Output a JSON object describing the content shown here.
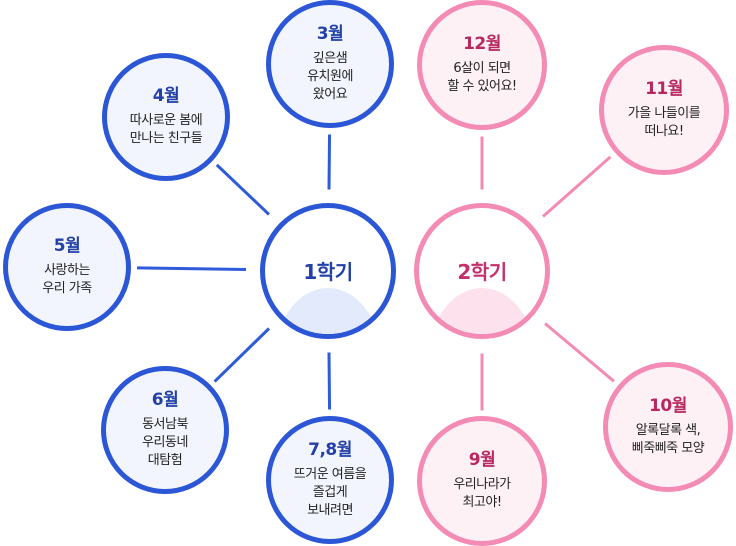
{
  "hubs": {
    "first": {
      "label": "1학기"
    },
    "second": {
      "label": "2학기"
    }
  },
  "months": {
    "m3": {
      "month": "3월",
      "lines": [
        "깊은샘",
        "유치원에",
        "왔어요"
      ]
    },
    "m4": {
      "month": "4월",
      "lines": [
        "따사로운 봄에",
        "만나는 친구들"
      ]
    },
    "m5": {
      "month": "5월",
      "lines": [
        "사랑하는",
        "우리 가족"
      ]
    },
    "m6": {
      "month": "6월",
      "lines": [
        "동서남북",
        "우리동네",
        "대탐험"
      ]
    },
    "m78": {
      "month": "7,8월",
      "lines": [
        "뜨거운  여름을",
        "즐겁게",
        "보내려면"
      ]
    },
    "m12": {
      "month": "12월",
      "lines": [
        "6살이 되면",
        "할 수 있어요!"
      ]
    },
    "m11": {
      "month": "11월",
      "lines": [
        "가을 나들이를",
        "떠나요!"
      ]
    },
    "m10": {
      "month": "10월",
      "lines": [
        "알록달록 색,",
        "삐죽삐죽 모양"
      ]
    },
    "m9": {
      "month": "9월",
      "lines": [
        "우리나라가",
        "최고야!"
      ]
    }
  },
  "colors": {
    "first_semester": "#2b56d6",
    "second_semester": "#f48bb5"
  }
}
